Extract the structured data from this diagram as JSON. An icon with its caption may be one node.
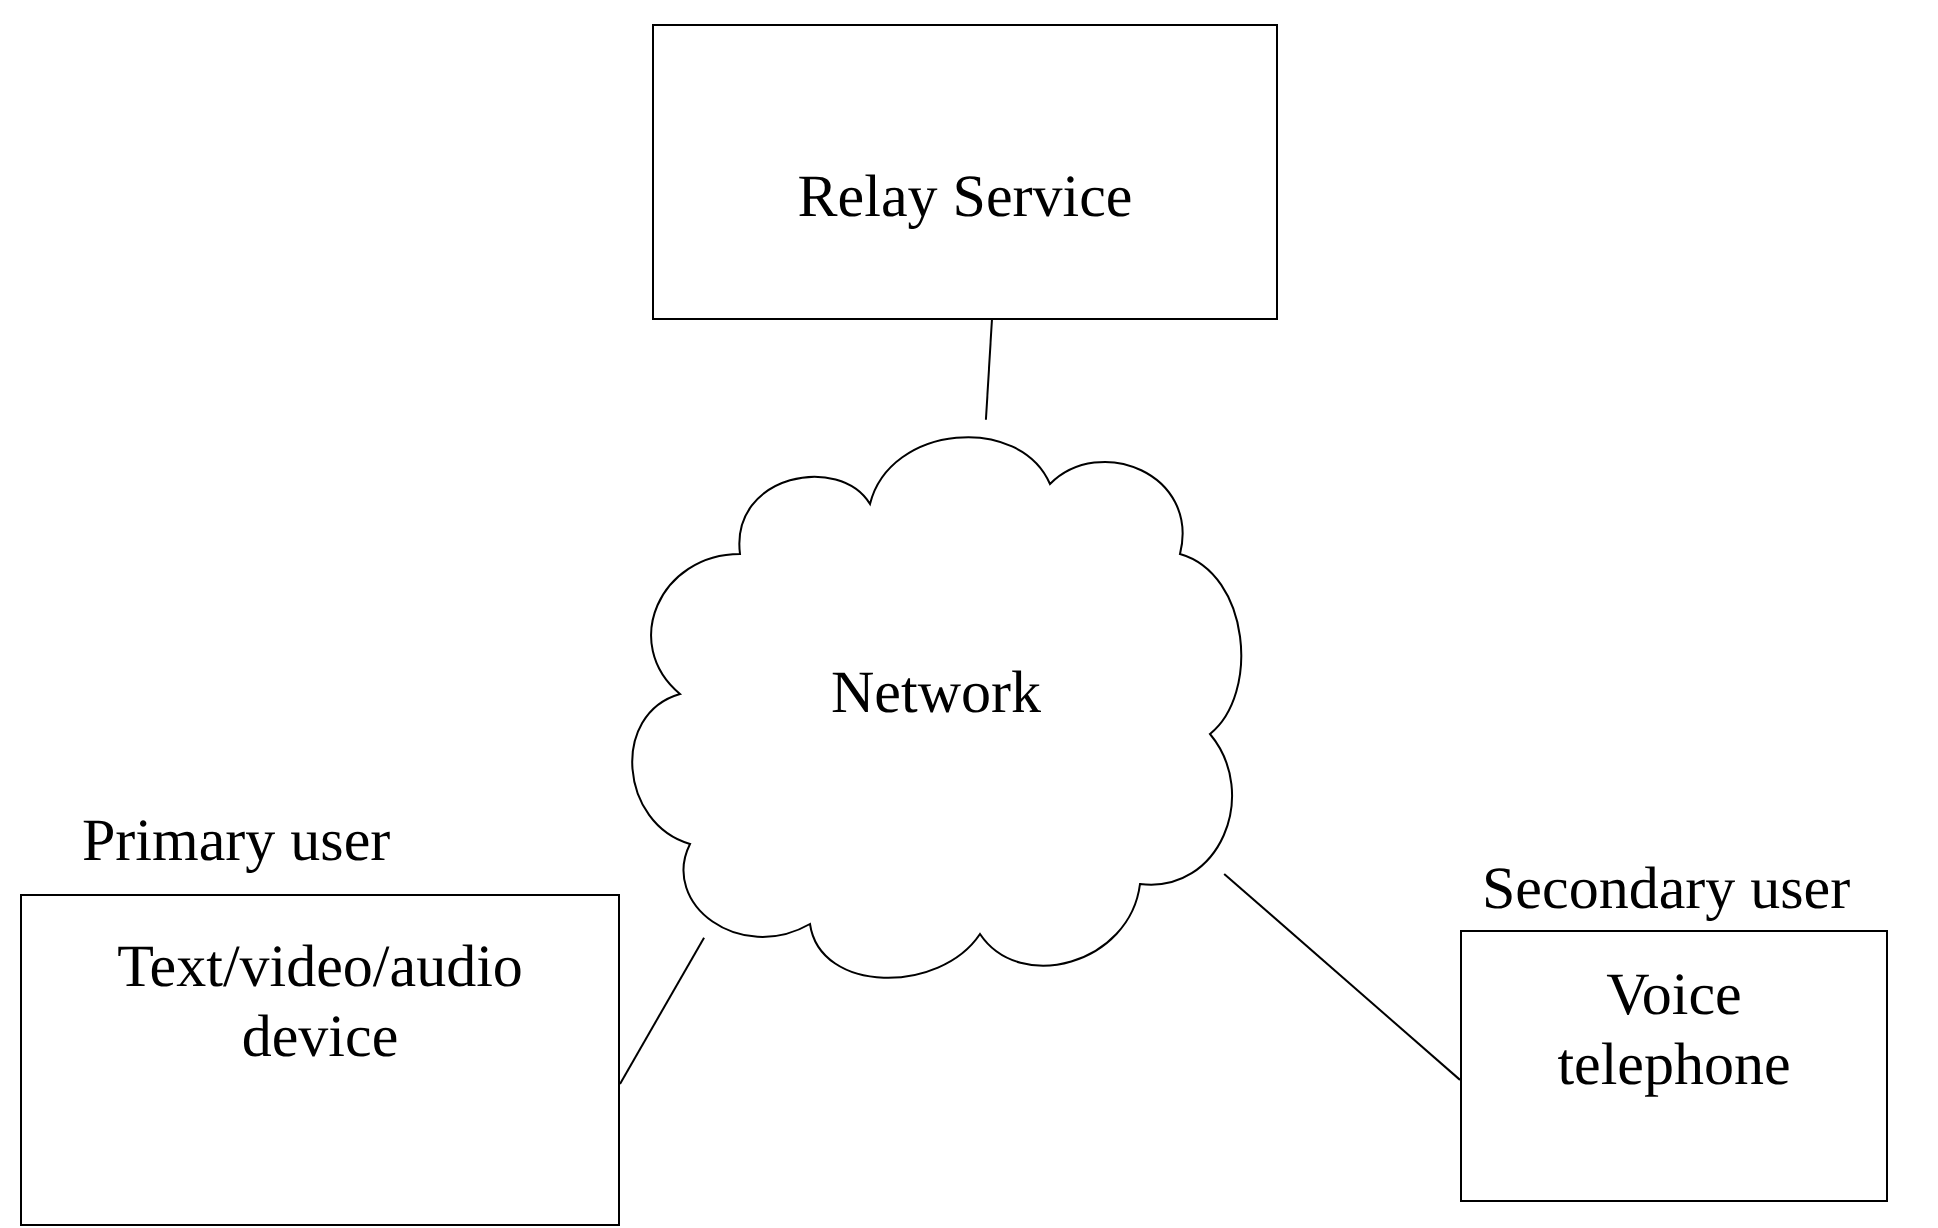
{
  "diagram": {
    "nodes": [
      {
        "text": [
          "Relay Service"
        ]
      },
      {
        "text": [
          "Network"
        ]
      },
      {
        "text": [
          "Primary user",
          "Text/video/audio device"
        ]
      },
      {
        "text": [
          "Secondary user",
          "Voice telephone"
        ]
      }
    ],
    "edges": [
      {
        "from": 0,
        "to": 1,
        "arrow": "none"
      },
      {
        "from": 1,
        "to": 2,
        "arrow": "none"
      },
      {
        "from": 1,
        "to": 3,
        "arrow": "none"
      }
    ]
  }
}
